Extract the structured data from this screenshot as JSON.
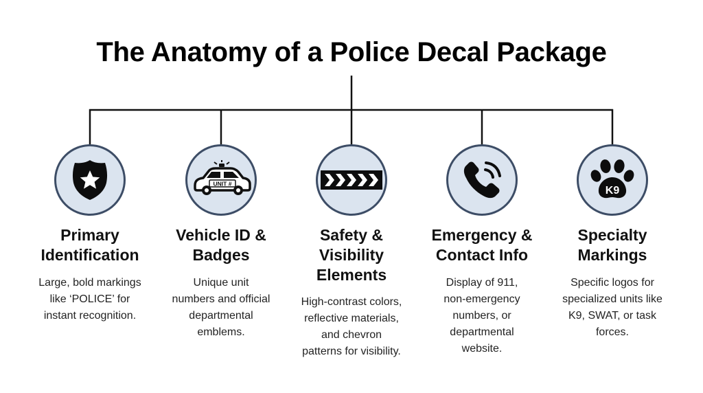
{
  "title": "The Anatomy of a Police Decal Package",
  "colors": {
    "icon_fill": "#dbe4ef",
    "icon_border": "#3d4d66",
    "line": "#111111"
  },
  "items": [
    {
      "icon": "police-badge-icon",
      "title_lines": [
        "Primary",
        "Identification"
      ],
      "desc_lines": [
        "Large, bold markings",
        "like ‘POLICE’ for",
        "instant recognition."
      ]
    },
    {
      "icon": "police-car-icon",
      "icon_text": "UNIT #",
      "title_lines": [
        "Vehicle ID &",
        "Badges"
      ],
      "desc_lines": [
        "Unique unit",
        "numbers and official",
        "departmental",
        "emblems."
      ]
    },
    {
      "icon": "chevron-stripe-icon",
      "title_lines": [
        "Safety &",
        "Visibility",
        "Elements"
      ],
      "desc_lines": [
        "High-contrast colors,",
        "reflective materials,",
        "and chevron",
        "patterns for visibility."
      ]
    },
    {
      "icon": "phone-icon",
      "title_lines": [
        "Emergency &",
        "Contact Info"
      ],
      "desc_lines": [
        "Display of 911,",
        "non-emergency",
        "numbers, or",
        "departmental",
        "website."
      ]
    },
    {
      "icon": "k9-paw-icon",
      "icon_text": "K9",
      "title_lines": [
        "Specialty",
        "Markings"
      ],
      "desc_lines": [
        "Specific logos for",
        "specialized units like",
        "K9, SWAT, or task",
        "forces."
      ]
    }
  ]
}
